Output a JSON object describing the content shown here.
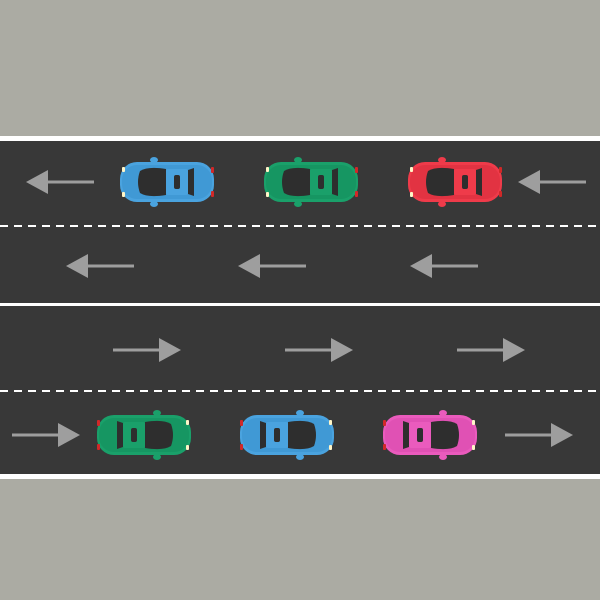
{
  "colors": {
    "grass": "#ababa3",
    "road": "#383838",
    "edge_line": "#ffffff",
    "lane_marking": "#ffffff",
    "arrow": "#9e9e9e",
    "car_glass": "#2e2e2e",
    "headlight": "#fff6c8",
    "taillight": "#d12828"
  },
  "lanes": [
    {
      "id": "lane-1",
      "direction": "left",
      "arrows": 2,
      "cars": [
        {
          "color": "blue",
          "body": "#4aa3df",
          "shade": "#2f86c2"
        },
        {
          "color": "green",
          "body": "#1aa06a",
          "shade": "#118552"
        },
        {
          "color": "red",
          "body": "#ef3b4a",
          "shade": "#cc2533"
        }
      ]
    },
    {
      "id": "lane-2",
      "direction": "left",
      "arrows": 3,
      "cars": []
    },
    {
      "id": "lane-3",
      "direction": "right",
      "arrows": 3,
      "cars": []
    },
    {
      "id": "lane-4",
      "direction": "right",
      "arrows": 2,
      "cars": [
        {
          "color": "green",
          "body": "#1aa06a",
          "shade": "#118552"
        },
        {
          "color": "blue",
          "body": "#4aa3df",
          "shade": "#2f86c2"
        },
        {
          "color": "pink",
          "body": "#ea5bbd",
          "shade": "#cf3fa3"
        }
      ]
    }
  ]
}
